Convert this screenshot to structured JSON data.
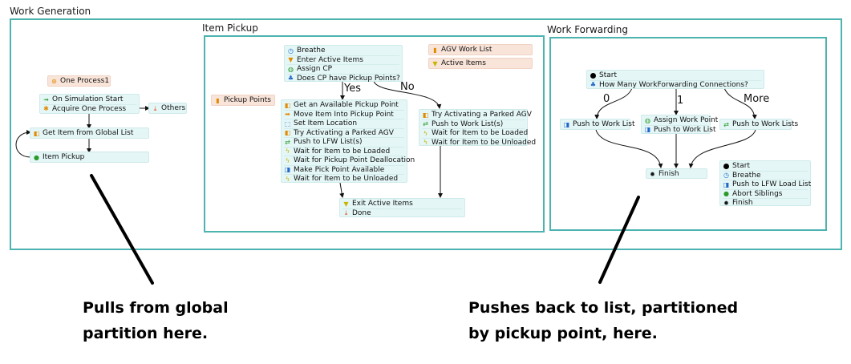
{
  "frames": {
    "work_generation": {
      "title": "Work Generation"
    },
    "item_pickup": {
      "title": "Item Pickup"
    },
    "work_forwarding": {
      "title": "Work Forwarding"
    }
  },
  "work_generation": {
    "one_process_var": {
      "icon": "process-icon",
      "label": "One Process1"
    },
    "start_block": [
      {
        "icon": "simulation-start-icon",
        "label": "On Simulation Start"
      },
      {
        "icon": "acquire-process-icon",
        "label": "Acquire One Process"
      }
    ],
    "others": {
      "icon": "finish-red-icon",
      "label": "Others"
    },
    "get_item": {
      "icon": "list-pull-icon",
      "label": "Get Item from Global List"
    },
    "item_pickup": {
      "icon": "sub-flow-icon",
      "label": "Item Pickup"
    }
  },
  "item_pickup": {
    "pickup_points_var": {
      "icon": "list-icon",
      "label": "Pickup Points"
    },
    "agv_work_list_var": {
      "icon": "list-icon",
      "label": "AGV Work List"
    },
    "active_items_var": {
      "icon": "zone-icon",
      "label": "Active Items"
    },
    "top_block": [
      {
        "icon": "breathe-icon",
        "label": "Breathe"
      },
      {
        "icon": "enter-zone-icon",
        "label": "Enter Active Items"
      },
      {
        "icon": "assign-icon",
        "label": "Assign CP"
      },
      {
        "icon": "decide-icon",
        "label": "Does CP have Pickup Points?"
      }
    ],
    "yes_label": "Yes",
    "no_label": "No",
    "yes_block": [
      {
        "icon": "list-pull-icon",
        "label": "Get an Available Pickup Point"
      },
      {
        "icon": "move-icon",
        "label": "Move Item Into Pickup Point"
      },
      {
        "icon": "set-location-icon",
        "label": "Set Item Location"
      },
      {
        "icon": "list-pull-icon",
        "label": "Try Activating a Parked AGV"
      },
      {
        "icon": "push-list-icon",
        "label": "Push to LFW List(s)"
      },
      {
        "icon": "wait-event-icon",
        "label": "Wait for Item to be Loaded"
      },
      {
        "icon": "wait-event-icon",
        "label": "Wait for Pickup Point Deallocation"
      },
      {
        "icon": "list-push-icon",
        "label": "Make Pick Point Available"
      },
      {
        "icon": "wait-event-icon",
        "label": "Wait for Item to be Unloaded"
      }
    ],
    "no_block": [
      {
        "icon": "list-pull-icon",
        "label": "Try Activating a Parked AGV"
      },
      {
        "icon": "push-list-icon",
        "label": "Push to Work List(s)"
      },
      {
        "icon": "wait-event-icon",
        "label": "Wait for Item to be Loaded"
      },
      {
        "icon": "wait-event-icon",
        "label": "Wait for Item to be Unloaded"
      }
    ],
    "exit_block": [
      {
        "icon": "exit-zone-icon",
        "label": "Exit Active Items"
      },
      {
        "icon": "finish-red-icon",
        "label": "Done"
      }
    ]
  },
  "work_forwarding": {
    "top_block": [
      {
        "icon": "start-icon",
        "label": "Start"
      },
      {
        "icon": "decide-icon",
        "label": "How Many WorkForwarding Connections?"
      }
    ],
    "branch_labels": [
      "0",
      "1",
      "More"
    ],
    "branch0": [
      {
        "icon": "list-push-icon",
        "label": "Push to Work List"
      }
    ],
    "branch1": [
      {
        "icon": "assign-icon",
        "label": "Assign Work Point"
      },
      {
        "icon": "list-push-icon",
        "label": "Push to Work List"
      }
    ],
    "branch_more": [
      {
        "icon": "push-list-icon",
        "label": "Push to Work Lists"
      }
    ],
    "finish": {
      "icon": "finish-icon",
      "label": "Finish"
    },
    "side_block": [
      {
        "icon": "start-icon",
        "label": "Start"
      },
      {
        "icon": "breathe-icon",
        "label": "Breathe"
      },
      {
        "icon": "list-push-icon",
        "label": "Push to LFW Load List"
      },
      {
        "icon": "abort-icon",
        "label": "Abort Siblings"
      },
      {
        "icon": "finish-icon",
        "label": "Finish"
      }
    ]
  },
  "callouts": {
    "left": [
      "Pulls from global",
      "partition here."
    ],
    "right": [
      "Pushes back to list, partitioned",
      "by pickup point, here."
    ]
  }
}
